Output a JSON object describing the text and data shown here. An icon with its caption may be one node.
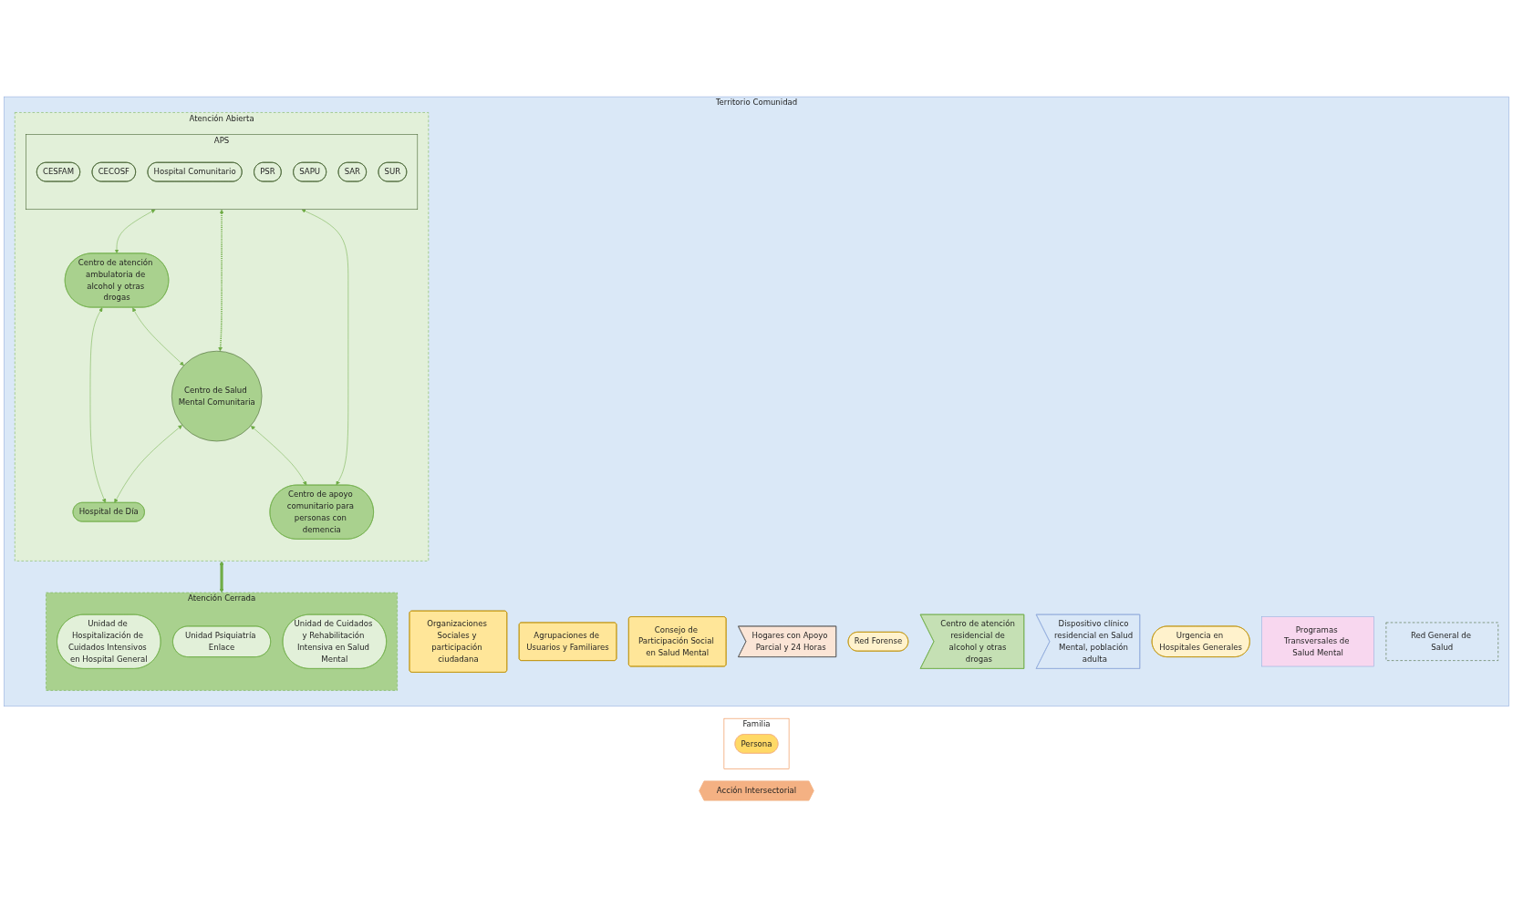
{
  "diagram": {
    "nodes": [
      {
        "text": [
          "Familia"
        ]
      },
      {
        "text": [
          "Persona"
        ],
        "in": 0
      },
      {
        "text": [
          "Territorio Comunidad"
        ]
      },
      {
        "text": [
          "Organizaciones Sociales y participación ciudadana"
        ],
        "in": 2
      },
      {
        "text": [
          "Agrupaciones de Usuarios y Familiares"
        ],
        "in": 2
      },
      {
        "text": [
          "Consejo de Participación Social en Salud Mental"
        ],
        "in": 2
      },
      {
        "text": [
          "Atención Abierta"
        ],
        "in": 2
      },
      {
        "text": [
          "APS"
        ],
        "in": 6
      },
      {
        "text": [
          "CESFAM"
        ],
        "in": 7
      },
      {
        "text": [
          "CECOSF"
        ],
        "in": 7
      },
      {
        "text": [
          "Hospital Comunitario"
        ],
        "in": 7
      },
      {
        "text": [
          "PSR"
        ],
        "in": 7
      },
      {
        "text": [
          "SAPU"
        ],
        "in": 7
      },
      {
        "text": [
          "SAR"
        ],
        "in": 7
      },
      {
        "text": [
          "SUR"
        ],
        "in": 7
      },
      {
        "text": [
          "Centro de atención ambulatoria de alcohol y otras drogas"
        ],
        "in": 6
      },
      {
        "text": [
          "Centro de Salud Mental Comunitaria"
        ],
        "in": 6
      },
      {
        "text": [
          "Hospital de Día"
        ],
        "in": 6
      },
      {
        "text": [
          "Centro de apoyo comunitario para personas con demencia"
        ],
        "in": 6
      },
      {
        "text": [
          "Hogares con Apoyo Parcial y 24 Horas"
        ],
        "in": 2
      },
      {
        "text": [
          "Red Forense"
        ],
        "in": 2
      },
      {
        "text": [
          "Atención Cerrada"
        ],
        "in": 2
      },
      {
        "text": [
          "Centro de atención residencial de alcohol y otras drogas"
        ],
        "in": 2
      },
      {
        "text": [
          "Dispositivo clínico residencial en Salud Mental, población adulta"
        ],
        "in": 2
      },
      {
        "text": [
          "Unidad de Hospitalización de Cuidados Intensivos en Hospital General"
        ],
        "in": 21
      },
      {
        "text": [
          "Unidad Psiquiatría Enlace"
        ],
        "in": 21
      },
      {
        "text": [
          "Unidad de Cuidados y Rehabilitación Intensiva en Salud Mental"
        ],
        "in": 21
      },
      {
        "text": [
          "Urgencia en Hospitales Generales"
        ],
        "in": 2
      },
      {
        "text": [
          "Programas Transversales de Salud Mental"
        ],
        "in": 2
      },
      {
        "text": [
          "Red General de Salud"
        ],
        "in": 2
      },
      {
        "text": [
          "Acción Intersectorial"
        ]
      }
    ],
    "edges": [
      {
        "from": 15,
        "to": 16,
        "arrow": "both"
      },
      {
        "from": 7,
        "to": 15,
        "arrow": "both"
      },
      {
        "from": 15,
        "to": 17,
        "arrow": "both"
      },
      {
        "from": 16,
        "to": 17,
        "arrow": "both"
      },
      {
        "from": 7,
        "to": 16,
        "arrow": "both",
        "style": "dashed"
      },
      {
        "from": 16,
        "to": 18,
        "arrow": "both"
      },
      {
        "from": 7,
        "to": 18,
        "arrow": "both"
      },
      {
        "from": 6,
        "to": 21,
        "arrow": "both",
        "style": "thick"
      }
    ]
  }
}
